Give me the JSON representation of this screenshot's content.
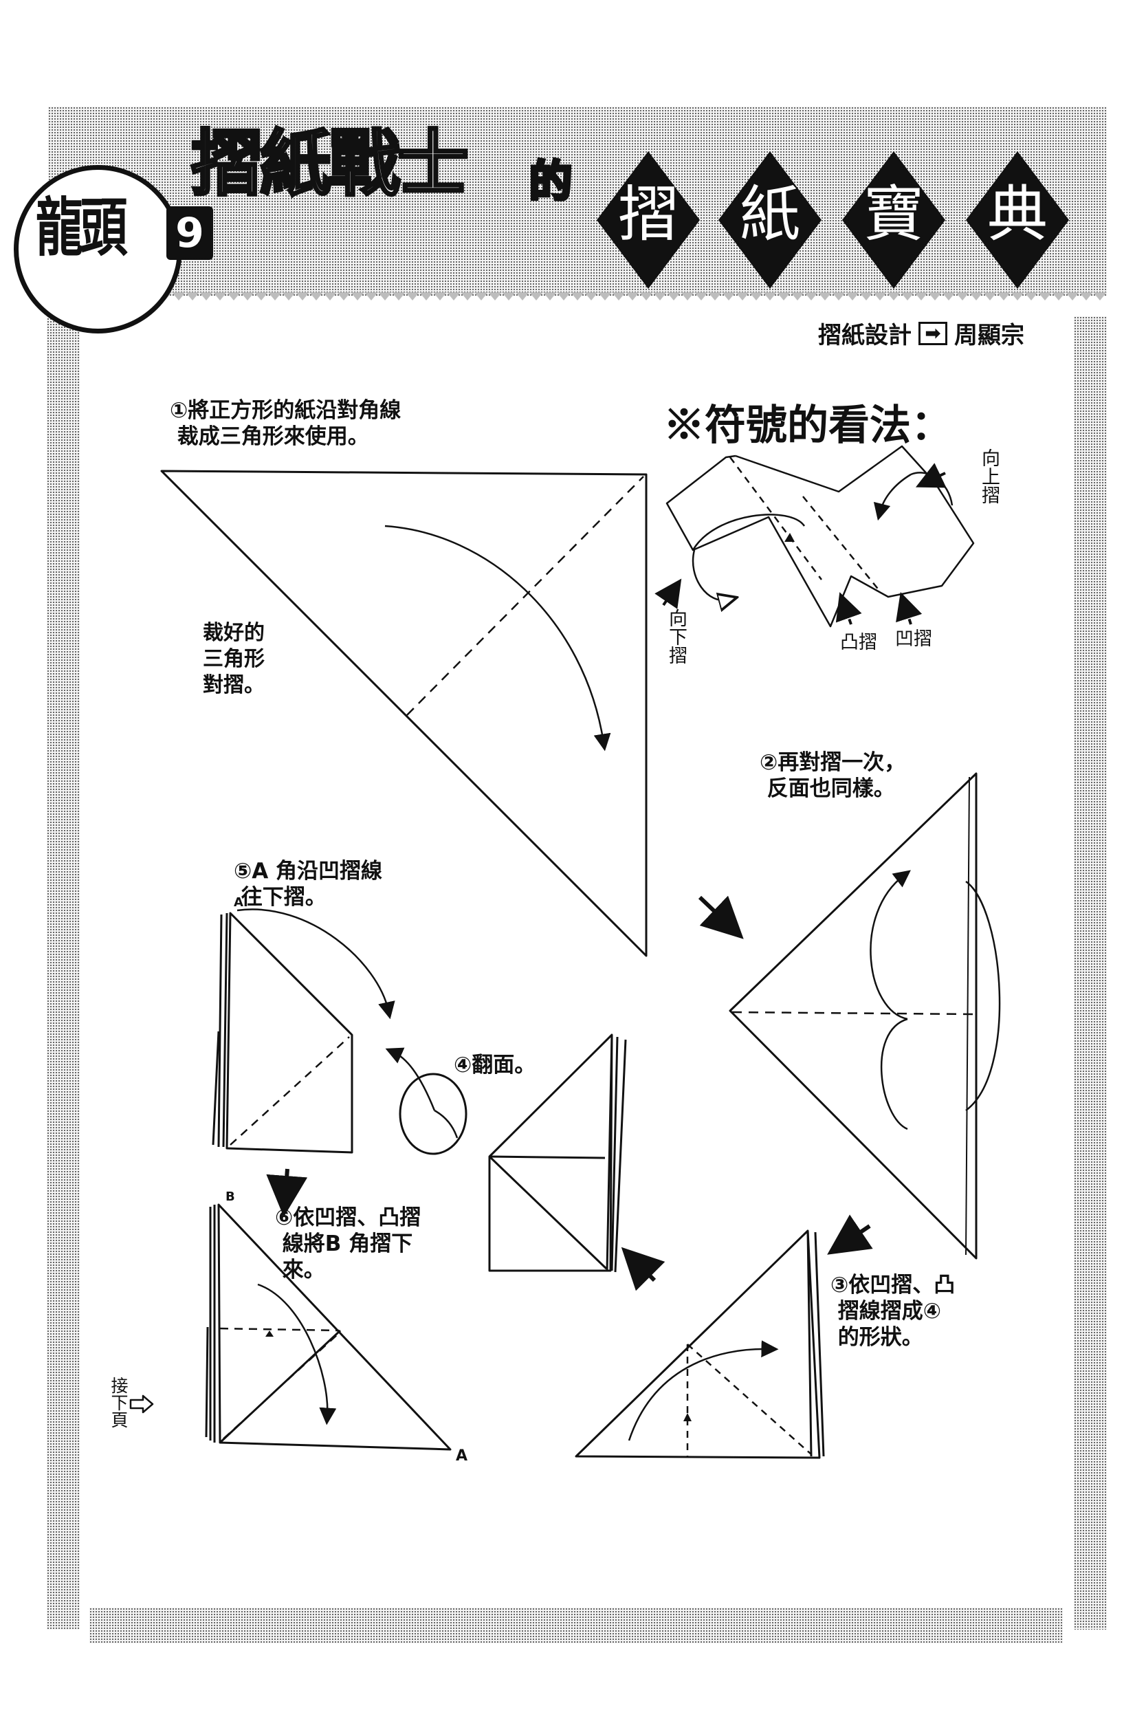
{
  "header": {
    "series_name": "龍頭",
    "series_number": "9",
    "title_fancy": "摺紙戰士",
    "title_particle": "的",
    "title_diamonds": [
      "摺",
      "紙",
      "寶",
      "典"
    ],
    "credit_role": "摺紙設計",
    "credit_arrow_icon": "➡",
    "credit_name": "周顯宗"
  },
  "legend": {
    "title": "※符號的看法：",
    "labels": {
      "fold_up": "向上摺",
      "fold_down": "向下摺",
      "mountain_fold": "凸摺",
      "valley_fold": "凹摺"
    }
  },
  "steps": [
    {
      "id": 1,
      "text": "①將正方形的紙沿對角線\n 裁成三角形來使用。"
    },
    {
      "id": "1b",
      "text": "裁好的\n三角形\n對摺。"
    },
    {
      "id": 2,
      "text": "②再對摺一次，\n 反面也同樣。"
    },
    {
      "id": 3,
      "text": "③依凹摺、凸\n 摺線摺成④\n 的形狀。"
    },
    {
      "id": 4,
      "text": "④翻面。"
    },
    {
      "id": 5,
      "text": "⑤A 角沿凹摺線\n 往下摺。"
    },
    {
      "id": 6,
      "text": "⑥依凹摺、凸摺\n 線將B 角摺下\n 來。"
    }
  ],
  "corner_labels": {
    "a_step5": "A",
    "b_step6": "B",
    "a_step6": "A"
  },
  "footer": {
    "next_page": "接下頁",
    "next_page_icon": "⇦"
  },
  "colors": {
    "ink": "#111111",
    "paper": "#ffffff",
    "screentone": "#555555"
  }
}
